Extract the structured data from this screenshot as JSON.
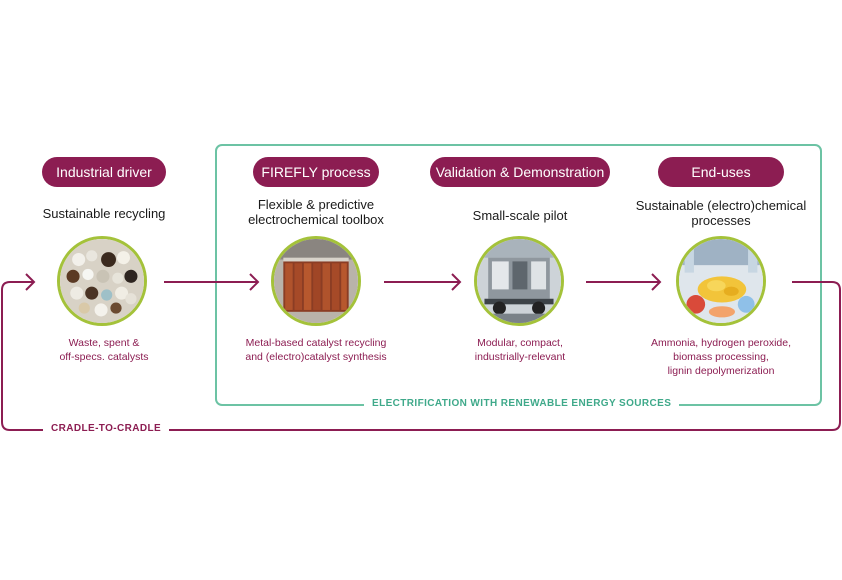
{
  "colors": {
    "accent": "#8c1d52",
    "frame": "#6cc3a4",
    "ring": "#a4c23a"
  },
  "stages": [
    {
      "pill": "Industrial driver",
      "title": "Sustainable recycling",
      "caption_lines": [
        "Waste, spent &",
        "off-specs. catalysts"
      ],
      "image": "catalyst-pellets-photo"
    },
    {
      "pill": "FIREFLY process",
      "title_lines": [
        "Flexible & predictive",
        "electrochemical toolbox"
      ],
      "caption_lines": [
        "Metal-based catalyst recycling",
        "and (electro)catalyst synthesis"
      ],
      "image": "electrochemical-cell-stack-photo"
    },
    {
      "pill": "Validation & Demonstration",
      "title": "Small-scale pilot",
      "caption_lines": [
        "Modular, compact,",
        "industrially-relevant"
      ],
      "image": "pilot-unit-trailer-photo"
    },
    {
      "pill": "End-uses",
      "title_lines": [
        "Sustainable (electro)chemical",
        "processes"
      ],
      "caption_lines": [
        "Ammonia, hydrogen peroxide,",
        "biomass processing,",
        "lignin depolymerization"
      ],
      "image": "chemical-products-photo"
    }
  ],
  "frame_label": "ELECTRIFICATION WITH RENEWABLE ENERGY SOURCES",
  "loop_label": "CRADLE-TO-CRADLE"
}
